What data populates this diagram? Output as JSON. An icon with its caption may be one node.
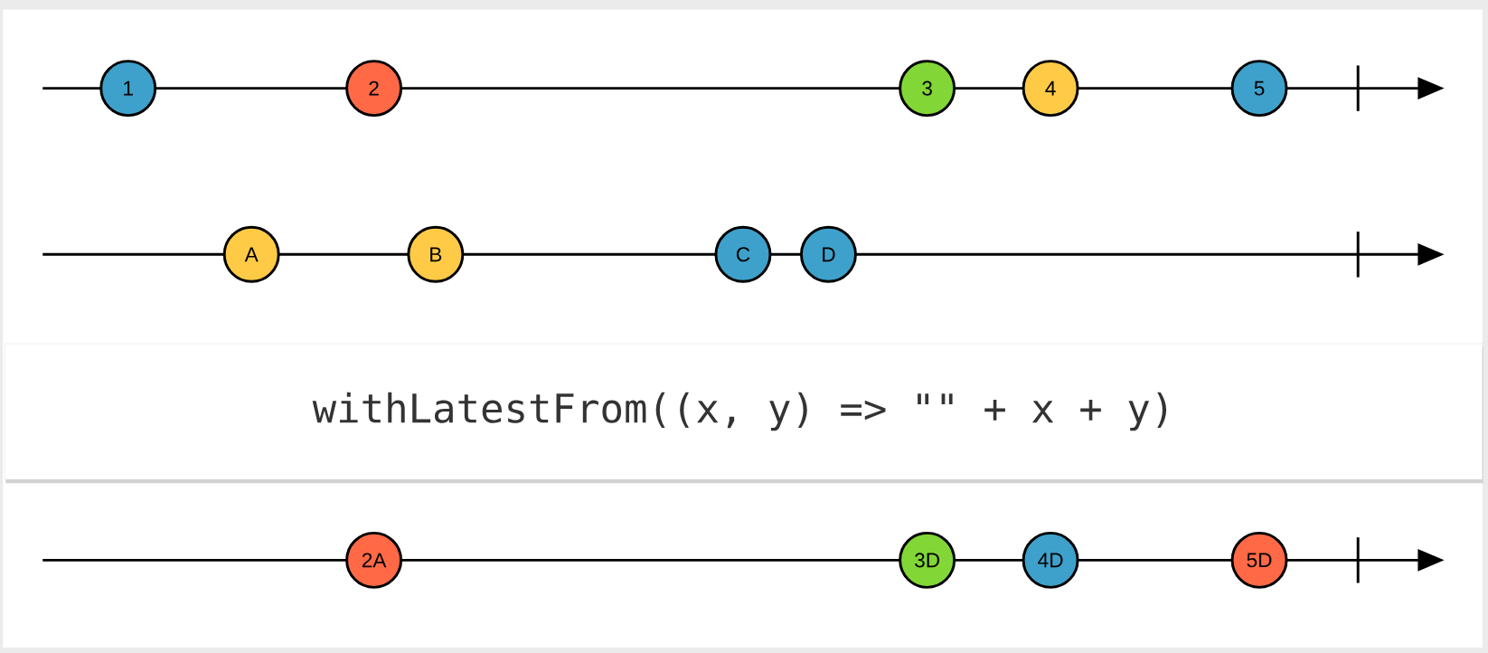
{
  "diagram": {
    "nodes": [
      {
        "text": [
          "1"
        ]
      },
      {
        "text": [
          "2"
        ]
      },
      {
        "text": [
          "3"
        ]
      },
      {
        "text": [
          "4"
        ]
      },
      {
        "text": [
          "5"
        ]
      },
      {
        "text": [
          "A"
        ]
      },
      {
        "text": [
          "B"
        ]
      },
      {
        "text": [
          "C"
        ]
      },
      {
        "text": [
          "D"
        ]
      },
      {
        "text": [
          "withLatestFrom((x, y) => \"\" + x + y)"
        ]
      },
      {
        "text": [
          "2A"
        ]
      },
      {
        "text": [
          "3D"
        ]
      },
      {
        "text": [
          "4D"
        ]
      },
      {
        "text": [
          "5D"
        ]
      }
    ]
  }
}
